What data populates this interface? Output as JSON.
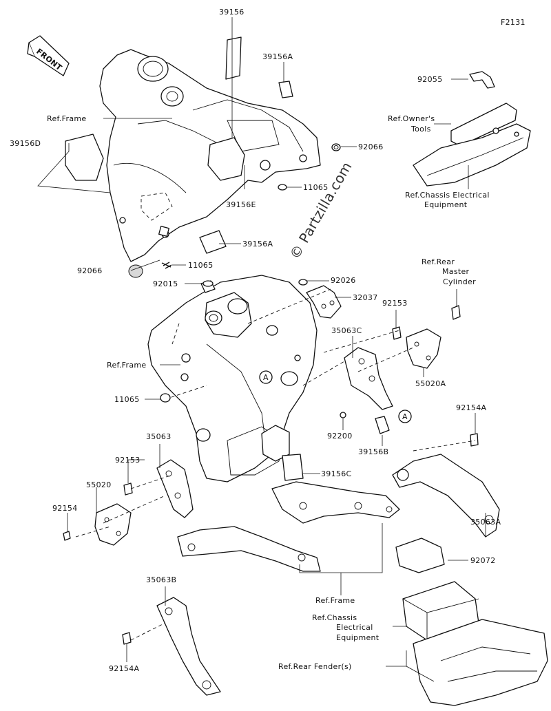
{
  "figure_code": "F2131",
  "front_badge": "FRONT",
  "watermark": "© Partzilla.com",
  "callout_letter": "A",
  "labels": {
    "l39156": "39156",
    "l39156A_top": "39156A",
    "l92055": "92055",
    "ref_owners_tools_1": "Ref.Owner's",
    "ref_owners_tools_2": "Tools",
    "ref_frame_top": "Ref.Frame",
    "l39156D": "39156D",
    "l92066_right": "92066",
    "l11065_top": "11065",
    "l39156E": "39156E",
    "ref_chassis_top_1": "Ref.Chassis Electrical",
    "ref_chassis_top_2": "Equipment",
    "l39156A_mid": "39156A",
    "l92066_left": "92066",
    "l11065_mid": "11065",
    "ref_rear_master_1": "Ref.Rear",
    "ref_rear_master_2": "Master",
    "ref_rear_master_3": "Cylinder",
    "l92015": "92015",
    "l92026": "92026",
    "l32037": "32037",
    "l92153_right": "92153",
    "l35063C": "35063C",
    "ref_frame_mid": "Ref.Frame",
    "l55020A": "55020A",
    "l11065_low": "11065",
    "l92200": "92200",
    "l92154A_right": "92154A",
    "l39156B": "39156B",
    "l35063": "35063",
    "l92153_left": "92153",
    "l39156C": "39156C",
    "l55020": "55020",
    "l92154": "92154",
    "l35063A": "35063A",
    "l92072": "92072",
    "l35063B": "35063B",
    "ref_frame_low": "Ref.Frame",
    "ref_chassis_low_1": "Ref.Chassis",
    "ref_chassis_low_2": "Electrical",
    "ref_chassis_low_3": "Equipment",
    "l92154A_left": "92154A",
    "ref_rear_fender": "Ref.Rear Fender(s)"
  }
}
